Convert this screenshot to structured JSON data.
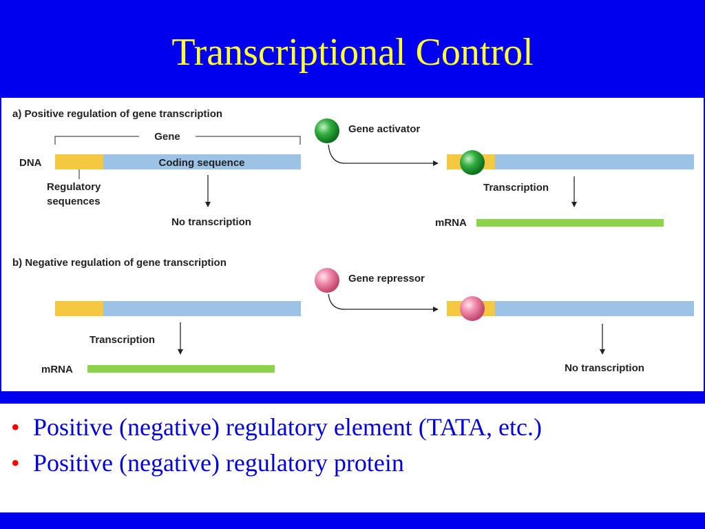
{
  "slide": {
    "title": "Transcriptional Control"
  },
  "diagram": {
    "panel_a": {
      "heading": "a) Positive regulation of gene transcription",
      "gene_label": "Gene",
      "dna_label": "DNA",
      "coding_label": "Coding sequence",
      "regulatory_label_line1": "Regulatory",
      "regulatory_label_line2": "sequences",
      "left_outcome": "No transcription",
      "protein_label": "Gene activator",
      "right_outcome": "Transcription",
      "mrna_label": "mRNA"
    },
    "panel_b": {
      "heading": "b) Negative regulation of gene transcription",
      "left_outcome": "Transcription",
      "mrna_label": "mRNA",
      "protein_label": "Gene repressor",
      "right_outcome": "No transcription"
    },
    "colors": {
      "regulatory": "#f5c842",
      "coding": "#9cc3e6",
      "mrna": "#8cd24a",
      "activator": "#33b040",
      "repressor": "#f08aab"
    }
  },
  "bullets": [
    {
      "marker": "•",
      "text": "Positive (negative) regulatory element (TATA, etc.)"
    },
    {
      "marker": "•",
      "text": "Positive (negative) regulatory protein"
    }
  ]
}
